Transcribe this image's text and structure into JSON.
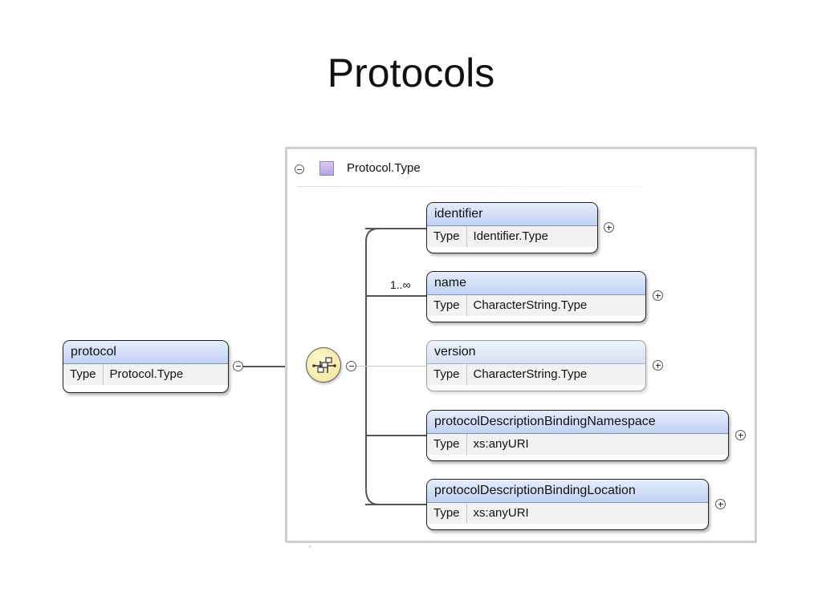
{
  "page": {
    "title": "Protocols"
  },
  "container": {
    "type_name": "Protocol.Type",
    "swatch_color": "#c4b4e8"
  },
  "root": {
    "name": "protocol",
    "type_key": "Type",
    "type_value": "Protocol.Type"
  },
  "elements": [
    {
      "name": "identifier",
      "type_key": "Type",
      "type_value": "Identifier.Type",
      "optional": false,
      "multiplicity": ""
    },
    {
      "name": "name",
      "type_key": "Type",
      "type_value": "CharacterString.Type",
      "optional": false,
      "multiplicity": "1..∞"
    },
    {
      "name": "version",
      "type_key": "Type",
      "type_value": "CharacterString.Type",
      "optional": true,
      "multiplicity": ""
    },
    {
      "name": "protocolDescriptionBindingNamespace",
      "type_key": "Type",
      "type_value": "xs:anyURI",
      "optional": false,
      "multiplicity": ""
    },
    {
      "name": "protocolDescriptionBindingLocation",
      "type_key": "Type",
      "type_value": "xs:anyURI",
      "optional": false,
      "multiplicity": ""
    }
  ],
  "icons": {
    "collapse": "collapse-icon",
    "expand": "expand-icon",
    "sequence": "sequence-compositor-icon"
  },
  "colors": {
    "element_header": "#c0d2f3",
    "compositor": "#f1e39a",
    "connector": "#555555"
  }
}
